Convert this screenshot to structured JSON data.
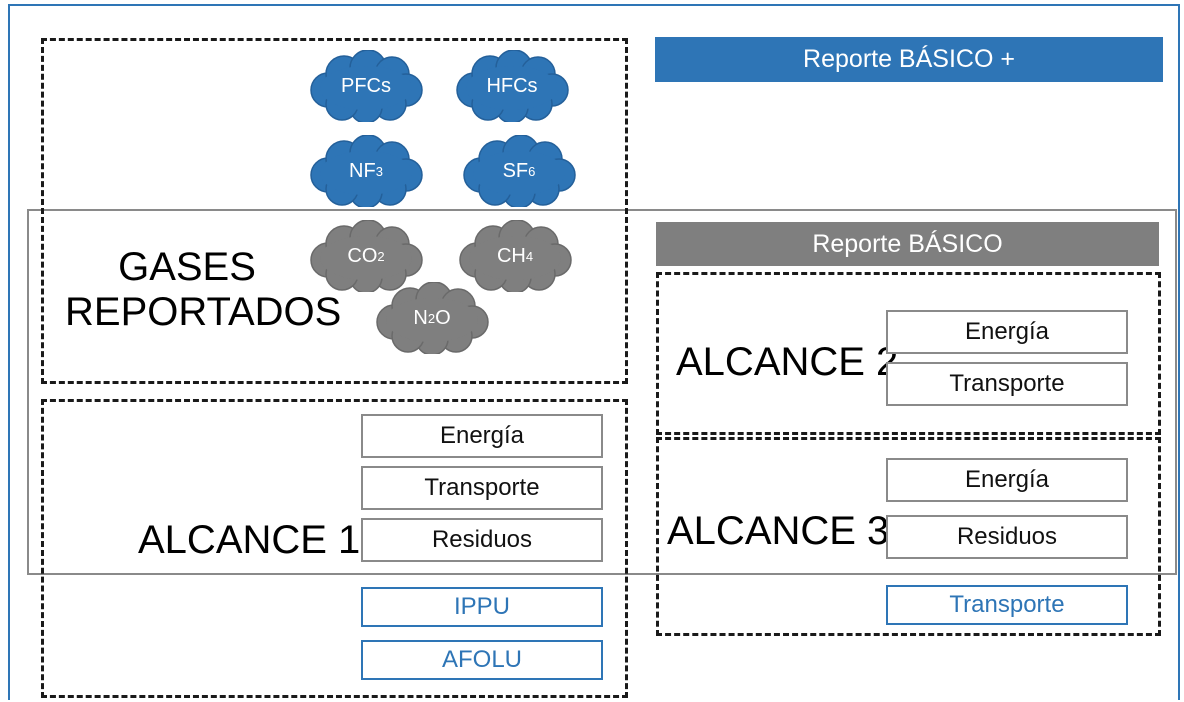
{
  "banners": {
    "plus": "Reporte BÁSICO +",
    "basic": "Reporte BÁSICO"
  },
  "gases": {
    "title_line1": "GASES",
    "title_line2": "REPORTADOS",
    "blue": [
      {
        "base": "PFCs",
        "sub": ""
      },
      {
        "base": "HFCs",
        "sub": ""
      },
      {
        "base": "NF",
        "sub": "3"
      },
      {
        "base": "SF",
        "sub": "6"
      }
    ],
    "gray": [
      {
        "base": "CO",
        "sub": "2",
        "suffix": ""
      },
      {
        "base": "CH",
        "sub": "4",
        "suffix": ""
      },
      {
        "base": "N",
        "sub": "2",
        "suffix": "O"
      }
    ]
  },
  "scope1": {
    "title": "ALCANCE 1",
    "items": [
      "Energía",
      "Transporte",
      "Residuos"
    ],
    "extra_items": [
      "IPPU",
      "AFOLU"
    ]
  },
  "scope2": {
    "title": "ALCANCE 2",
    "items": [
      "Energía",
      "Transporte"
    ]
  },
  "scope3": {
    "title": "ALCANCE 3",
    "items": [
      "Energía",
      "Residuos"
    ],
    "extra_items": [
      "Transporte"
    ]
  },
  "colors": {
    "accent_blue": "#2e75b6",
    "basic_gray": "#7f7f7f",
    "cloud_blue": "#2e75b6",
    "cloud_gray": "#7f7f7f"
  }
}
